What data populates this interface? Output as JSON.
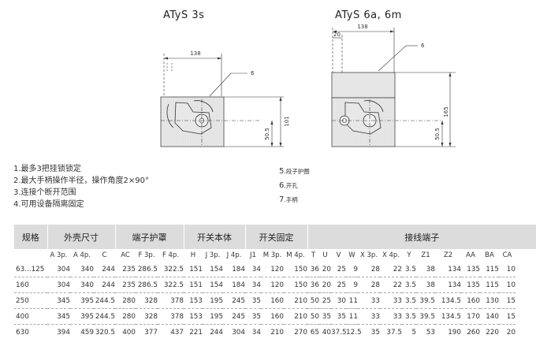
{
  "drawings": {
    "left": {
      "title": "ATyS 3s",
      "dim_width": "138",
      "callout": "6",
      "dim_height": "101",
      "dim_half": "50.5"
    },
    "right": {
      "title": "ATyS 6a, 6m",
      "dim_offset": "20",
      "dim_width": "138",
      "callout": "6",
      "dim_height": "165",
      "dim_half": "50.5"
    }
  },
  "notes_left": [
    "1.最多3把挂锁锁定",
    "2.最大手柄操作半径，操作角度2×90°",
    "3.连接个断开范围",
    "4.可用设备隔离固定"
  ],
  "notes_right": [
    {
      "num": "5",
      "text": ".段子护圈"
    },
    {
      "num": "6",
      "text": ".开孔"
    },
    {
      "num": "7",
      "text": ".手柄"
    }
  ],
  "table": {
    "groups": [
      {
        "label": "规格",
        "span": 1
      },
      {
        "label": "外壳尺寸",
        "span": 3
      },
      {
        "label": "端子护罩",
        "span": 3
      },
      {
        "label": "开关本体",
        "span": 3
      },
      {
        "label": "开关固定",
        "span": 3
      },
      {
        "label": "接线端子",
        "span": 14
      }
    ],
    "subheaders": [
      "",
      "A 3p.",
      "A 4p.",
      "C",
      "AC",
      "F 3p.",
      "F 4p.",
      "H",
      "J 3p.",
      "J 4p.",
      "J1",
      "M 3p.",
      "M 4p.",
      "T",
      "U",
      "V",
      "W",
      "X 3p.",
      "X 4p.",
      "Y",
      "Z1",
      "Z2",
      "AA",
      "BA",
      "CA"
    ],
    "rows": [
      [
        "63...125",
        "304",
        "340",
        "244",
        "235",
        "286.5",
        "322.5",
        "151",
        "154",
        "184",
        "34",
        "120",
        "150",
        "36",
        "20",
        "25",
        "9",
        "28",
        "22",
        "3.5",
        "38",
        "134",
        "135",
        "115",
        "10"
      ],
      [
        "160",
        "304",
        "340",
        "244",
        "235",
        "286.5",
        "322.5",
        "151",
        "154",
        "184",
        "34",
        "120",
        "150",
        "36",
        "20",
        "25",
        "9",
        "28",
        "22",
        "3.5",
        "38",
        "134",
        "135",
        "115",
        "10"
      ],
      [
        "250",
        "345",
        "395",
        "244.5",
        "280",
        "328",
        "378",
        "153",
        "195",
        "245",
        "35",
        "160",
        "210",
        "50",
        "25",
        "30",
        "11",
        "33",
        "33",
        "3.5",
        "39.5",
        "134.5",
        "160",
        "130",
        "15"
      ],
      [
        "400",
        "345",
        "395",
        "244.5",
        "280",
        "328",
        "378",
        "153",
        "195",
        "245",
        "35",
        "160",
        "210",
        "50",
        "35",
        "35",
        "11",
        "33",
        "33",
        "3.5",
        "39.5",
        "134.5",
        "170",
        "140",
        "15"
      ],
      [
        "630",
        "394",
        "459",
        "320.5",
        "400",
        "377",
        "437",
        "221",
        "244",
        "304",
        "34",
        "210",
        "270",
        "65",
        "40",
        "37.5",
        "12.5",
        "35",
        "37.5",
        "5",
        "53",
        "190",
        "260",
        "220",
        "20"
      ]
    ]
  }
}
